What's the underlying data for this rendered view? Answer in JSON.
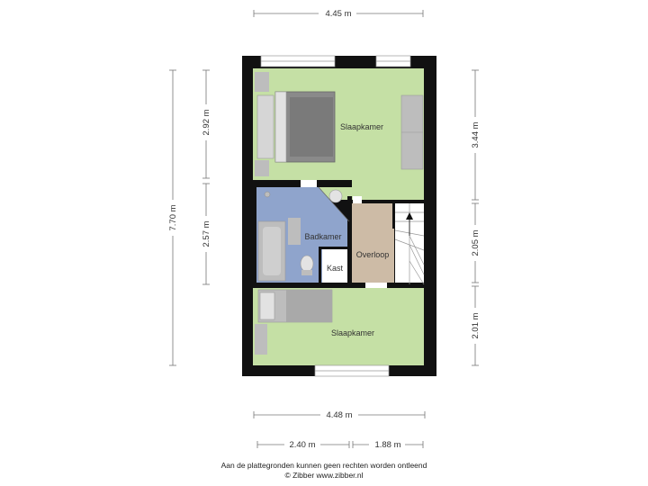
{
  "colors": {
    "wall": "#111111",
    "bedroom": "#c5e0a5",
    "bathroom": "#8fa4cc",
    "landing": "#cdbba6",
    "storage": "#ffffff",
    "furniture": "#bdbdbd",
    "dimension_line": "#777777"
  },
  "rooms": {
    "bedroom_top": "Slaapkamer",
    "bathroom": "Badkamer",
    "landing": "Overloop",
    "storage": "Kast",
    "bedroom_bottom": "Slaapkamer"
  },
  "dimensions": {
    "top_width": "4.45 m",
    "bottom_width": "4.48 m",
    "bottom_left": "2.40 m",
    "bottom_right": "1.88 m",
    "left_total": "7.70 m",
    "left_upper": "2.92 m",
    "left_lower": "2.57 m",
    "right_upper": "3.44 m",
    "right_middle": "2.05 m",
    "right_lower": "2.01 m"
  },
  "footer": {
    "disclaimer": "Aan de plattegronden kunnen geen rechten worden ontleend",
    "copyright": "© Zibber www.zibber.nl"
  }
}
